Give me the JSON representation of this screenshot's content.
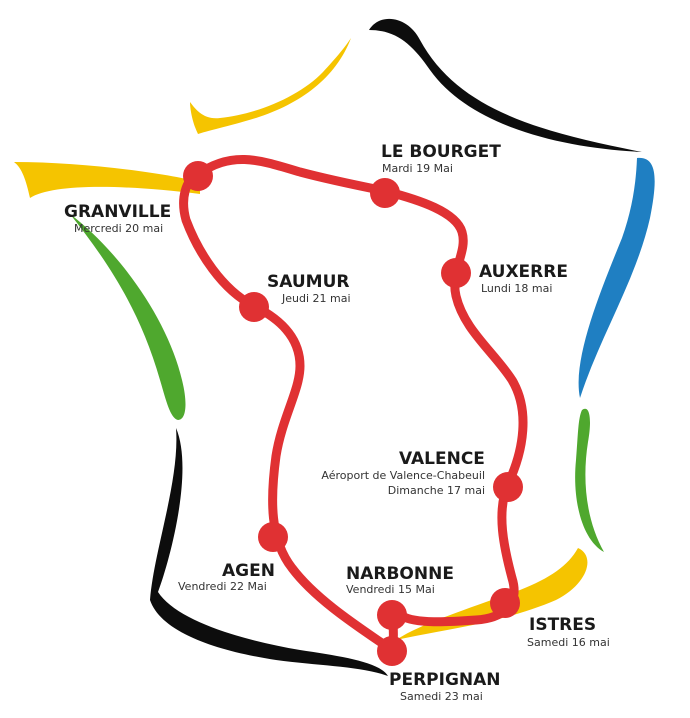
{
  "colors": {
    "route": "#e03133",
    "stop": "#e03133",
    "border_yellow": "#f5c400",
    "border_black": "#0d0d0d",
    "border_green": "#4fa82e",
    "border_blue": "#1f7fc2",
    "text": "#1a1a1a"
  },
  "stops": [
    {
      "id": "le-bourget",
      "name": "LE BOURGET",
      "date": "Mardi 19 Mai"
    },
    {
      "id": "auxerre",
      "name": "AUXERRE",
      "date": "Lundi 18 mai"
    },
    {
      "id": "granville",
      "name": "GRANVILLE",
      "date": "Mercredi 20 mai"
    },
    {
      "id": "saumur",
      "name": "SAUMUR",
      "date": "Jeudi 21 mai"
    },
    {
      "id": "valence",
      "name": "VALENCE",
      "sub": "Aéroport de Valence-Chabeuil",
      "date": "Dimanche 17 mai"
    },
    {
      "id": "agen",
      "name": "AGEN",
      "date": "Vendredi 22 Mai"
    },
    {
      "id": "narbonne",
      "name": "NARBONNE",
      "date": "Vendredi 15 Mai"
    },
    {
      "id": "istres",
      "name": "ISTRES",
      "date": "Samedi 16 mai"
    },
    {
      "id": "perpignan",
      "name": "PERPIGNAN",
      "date": "Samedi 23 mai"
    }
  ]
}
